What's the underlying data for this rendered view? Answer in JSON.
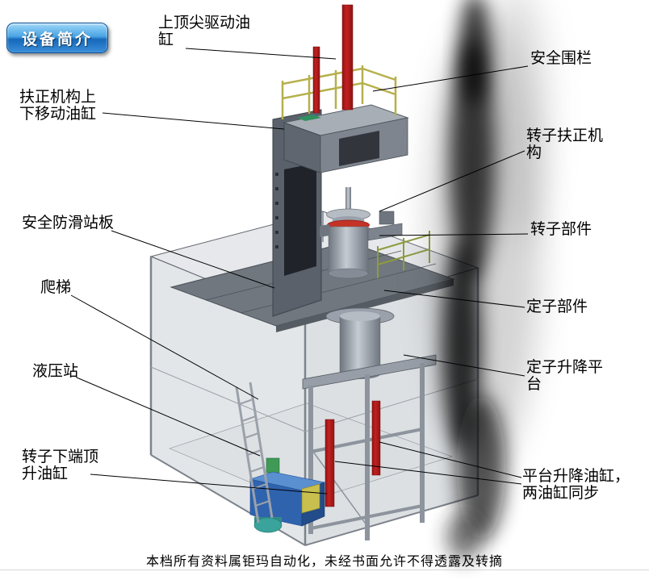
{
  "badge": {
    "label": "设备简介"
  },
  "labels": {
    "top_drive_cylinder": "上顶尖驱动油缸",
    "safety_fence": "安全围栏",
    "righting_mech_cylinder": "扶正机构上下移动油缸",
    "rotor_righting_mech": "转子扶正机构",
    "anti_slip_platform": "安全防滑站板",
    "rotor_part": "转子部件",
    "ladder": "爬梯",
    "stator_part": "定子部件",
    "hydraulic_station": "液压站",
    "stator_lift_platform": "定子升降平台",
    "rotor_bottom_jack_cylinder": "转子下端顶升油缸",
    "platform_lift_cylinder": "平台升降油缸，两油缸同步"
  },
  "footer": {
    "text": "本档所有资料属钜玛自动化，未经书面允许不得透露及转摘"
  },
  "colors": {
    "badge_blue": "#1668b8",
    "cylinder_red": "#c42020",
    "railing_yellow": "#b6b04c",
    "hydraulic_blue": "#2f63ae",
    "frame_grey": "#b4bac1"
  }
}
